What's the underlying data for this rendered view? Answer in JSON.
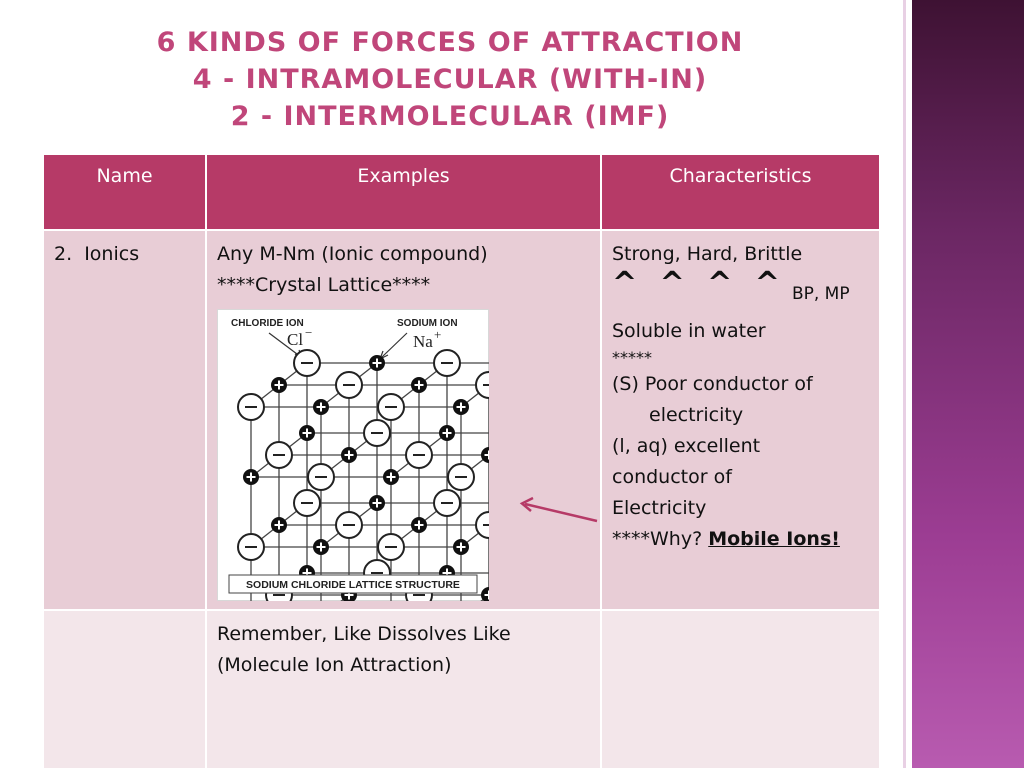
{
  "title": {
    "line1": "6 KINDS OF FORCES OF ATTRACTION",
    "line2": "4 - INTRAMOLECULAR (WITH-IN)",
    "line3": "2 - INTERMOLECULAR (IMF)"
  },
  "colors": {
    "accent": "#c0467a",
    "header_fill": "#b63a67",
    "row_fill": "#e8cdd6",
    "row_alt_fill": "#f3e6ea",
    "side_band": "#9c3d93"
  },
  "table": {
    "headers": [
      "Name",
      "Examples",
      "Characteristics"
    ],
    "row1": {
      "name": "2.  Ionics",
      "examples": {
        "line1": "Any M-Nm (Ionic compound)",
        "line2": "****Crystal Lattice****"
      },
      "characteristics": {
        "line1": "Strong, Hard, Brittle",
        "carets": "^ ^ ^ ^",
        "bp_mp": "BP, MP",
        "soluble": "Soluble in water",
        "stars": "*****",
        "solid_1": "(S) Poor conductor of",
        "solid_2": "electricity",
        "aq_1": "(l, aq) excellent",
        "aq_2": "conductor of",
        "aq_3": "Electricity",
        "why": "****Why?",
        "answer": "Mobile Ions!"
      }
    },
    "row2": {
      "name": "",
      "examples": {
        "line1": "Remember, Like Dissolves Like",
        "line2": "(Molecule Ion Attraction)"
      },
      "characteristics": ""
    }
  },
  "lattice_figure": {
    "label_chloride": "CHLORIDE ION",
    "symbol_chloride": "Cl",
    "label_sodium": "SODIUM ION",
    "symbol_sodium": "Na",
    "caption": "SODIUM CHLORIDE LATTICE STRUCTURE",
    "minus_sign": "−",
    "plus_sign": "+",
    "icons": [
      "chloride-ion-icon",
      "sodium-ion-icon",
      "arrow-icon"
    ]
  }
}
